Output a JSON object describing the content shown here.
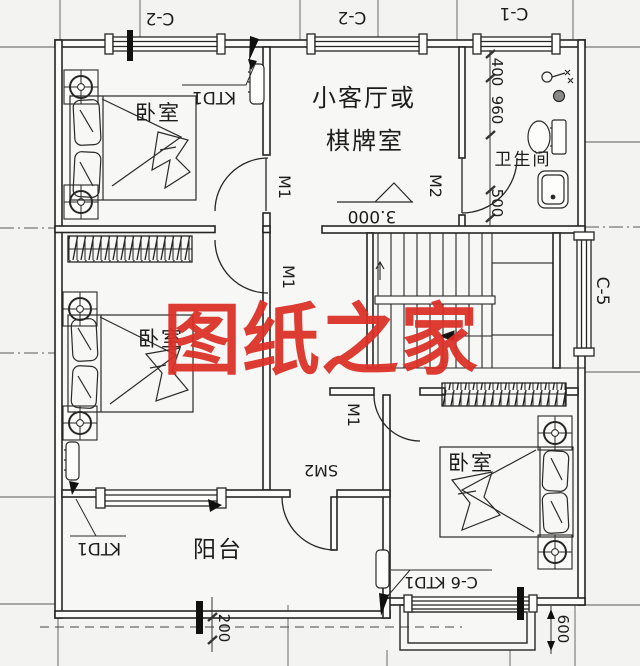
{
  "watermark": {
    "text": "图纸之家",
    "color": "#dc2e25"
  },
  "rooms": {
    "bedroom": "卧室",
    "living_room_line1": "小客厅或",
    "living_room_line2": "棋牌室",
    "bathroom": "卫生间",
    "balcony": "阳台"
  },
  "doors": {
    "m1": "M1",
    "m2": "M2",
    "sm2": "SM2"
  },
  "windows": {
    "c1": "C-1",
    "c2": "C-2",
    "c5": "C-5",
    "c6": "C-6 KTD1"
  },
  "equipment": {
    "ac_unit": "KTD1"
  },
  "dimensions": {
    "d400": "400",
    "d960": "960",
    "d500": "500",
    "d200": "200",
    "d600": "600"
  },
  "elevation": {
    "value": "3.000"
  }
}
